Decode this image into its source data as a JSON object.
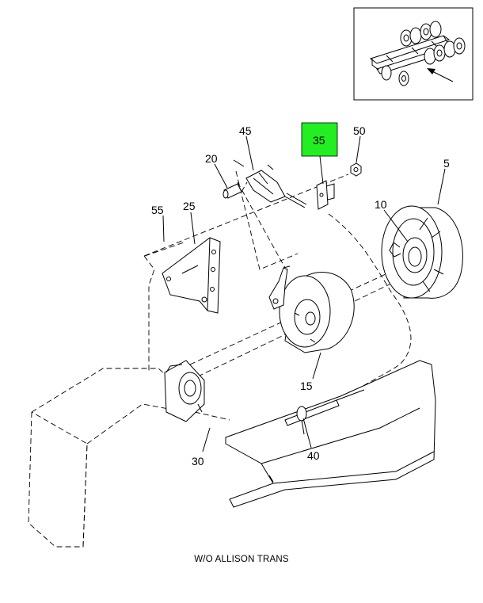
{
  "callouts": {
    "c5": "5",
    "c10": "10",
    "c15": "15",
    "c20": "20",
    "c25": "25",
    "c30": "30",
    "c35": "35",
    "c40": "40",
    "c45": "45",
    "c50": "50",
    "c55": "55"
  },
  "highlight_color": "#22ee22",
  "caption": "W/O ALLISON TRANS"
}
